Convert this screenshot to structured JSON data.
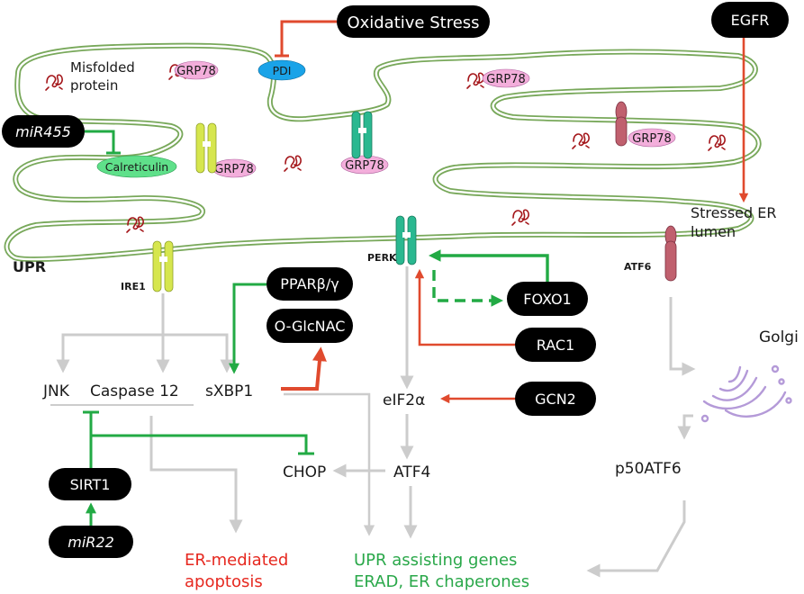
{
  "colors": {
    "er_membrane": "#78a85a",
    "activation_green": "#22aa44",
    "inhibition_red": "#e04a2e",
    "pathway_gray": "#cccccc",
    "grp78_pink": "#f3aedb",
    "pdi_blue": "#1aa3e8",
    "calreticulin_green": "#5fe08a",
    "ire1_yellow": "#d6e64e",
    "perk_teal": "#2ab890",
    "atf6_rose": "#c0606e",
    "misfolded_red": "#a4161a",
    "apoptosis_red": "#e6281f",
    "upr_genes_green": "#2aa84a",
    "golgi_purple": "#b49ad8"
  },
  "labels": {
    "oxidative_stress": "Oxidative Stress",
    "egfr": "EGFR",
    "pdi": "PDI",
    "misfolded_protein_line1": "Misfolded",
    "misfolded_protein_line2": "protein",
    "grp78": "GRP78",
    "mir455": "miR455",
    "calreticulin": "Calreticulin",
    "stressed_er_line1": "Stressed ER",
    "stressed_er_line2": "lumen",
    "upr": "UPR",
    "ire1": "IRE1",
    "perk": "PERK",
    "atf6": "ATF6",
    "ppar": "PPARβ/γ",
    "oglcnac": "O-GlcNAC",
    "foxo1": "FOXO1",
    "rac1": "RAC1",
    "gcn2": "GCN2",
    "golgi": "Golgi",
    "jnk": "JNK",
    "caspase12": "Caspase 12",
    "sxbp1": "sXBP1",
    "eif2a": "eIF2α",
    "atf4": "ATF4",
    "chop": "CHOP",
    "p50atf6": "p50ATF6",
    "sirt1": "SIRT1",
    "mir22": "miR22",
    "apoptosis_line1": "ER-mediated",
    "apoptosis_line2": "apoptosis",
    "upr_genes_line1": "UPR assisting genes",
    "upr_genes_line2": "ERAD, ER chaperones"
  }
}
